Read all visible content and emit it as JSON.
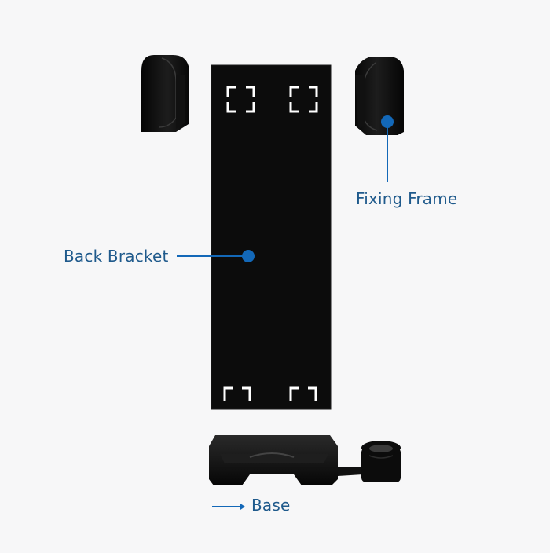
{
  "colors": {
    "accent": "#1368b8",
    "label_text": "#1f5a8c",
    "part_fill": "#0c0c0c",
    "part_highlight": "#3a3a3a",
    "background": "#f7f7f8"
  },
  "parts": [
    {
      "key": "fixing-frame",
      "label": "Fixing Frame",
      "icon": "dot-marker-icon"
    },
    {
      "key": "back-bracket",
      "label": "Back Bracket",
      "icon": "dot-marker-icon"
    },
    {
      "key": "base",
      "label": "Base",
      "icon": "arrow-right-icon"
    }
  ]
}
